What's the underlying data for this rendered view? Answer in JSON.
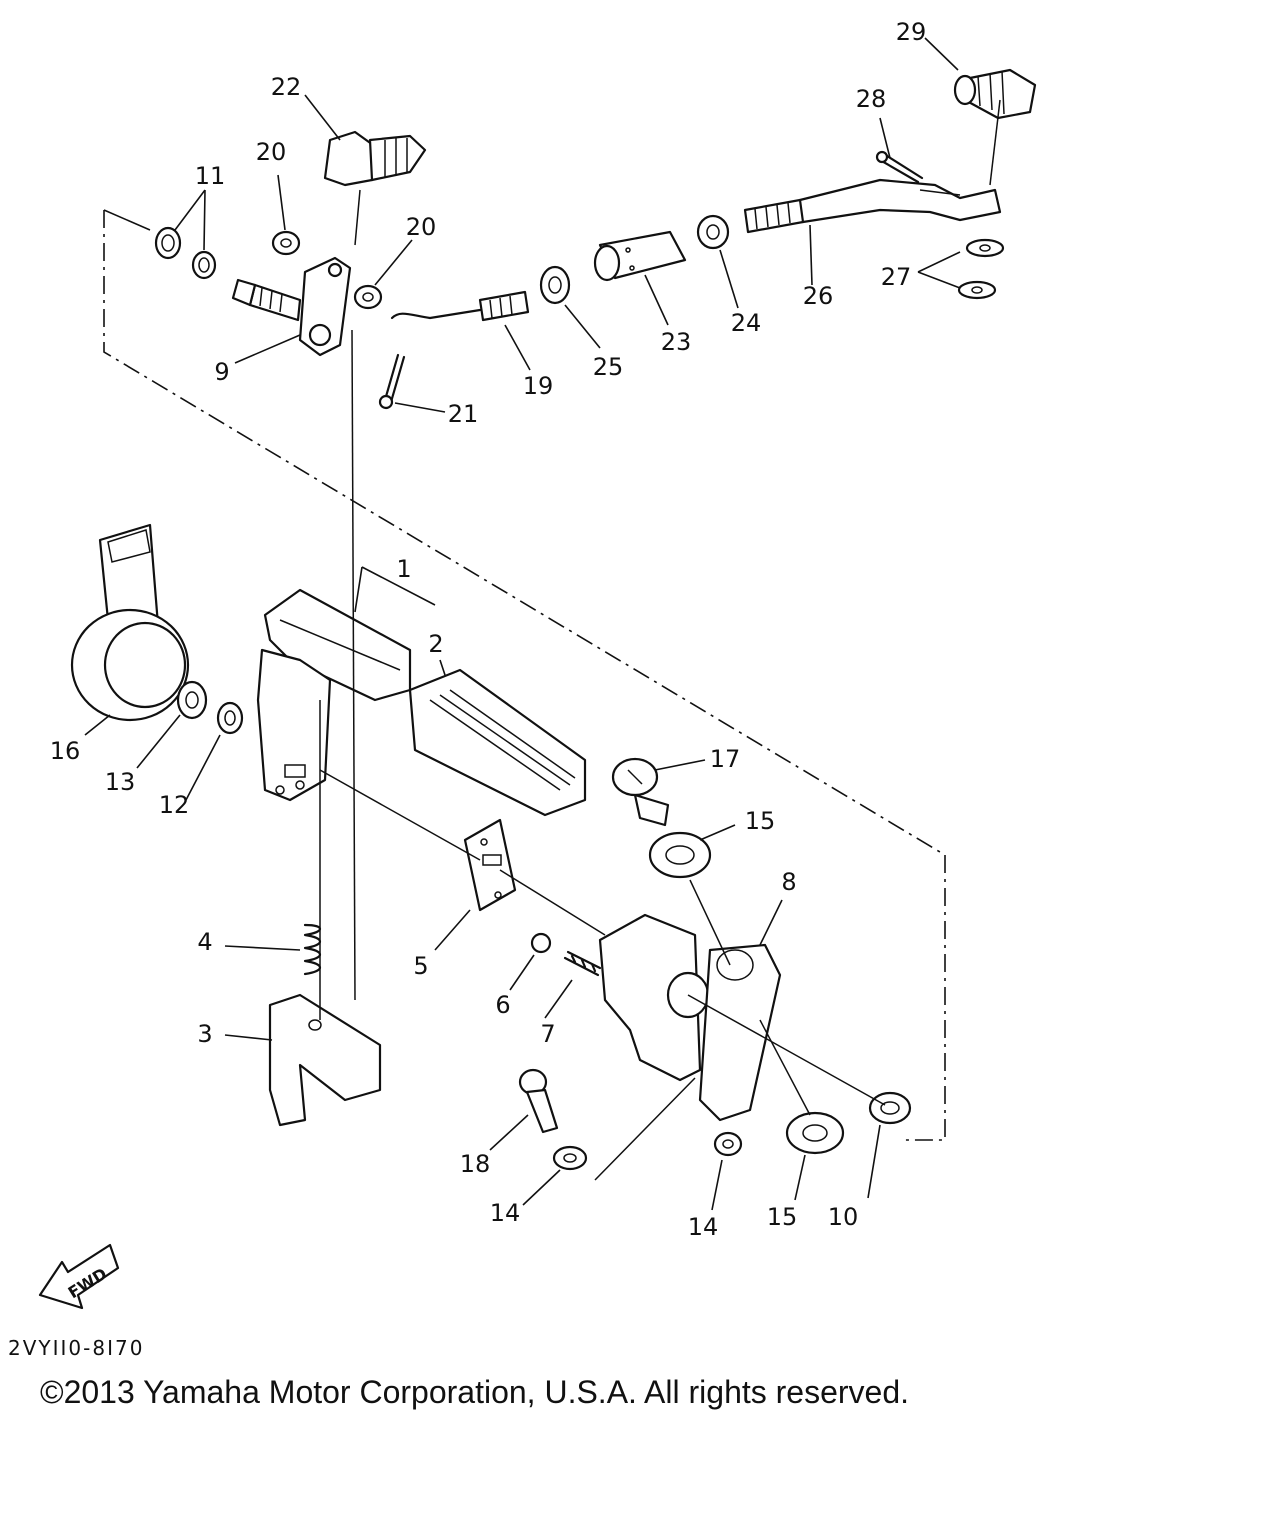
{
  "diagram": {
    "part_numbers": [
      "1",
      "2",
      "3",
      "4",
      "5",
      "6",
      "7",
      "8",
      "9",
      "10",
      "11",
      "12",
      "13",
      "14",
      "14",
      "15",
      "15",
      "16",
      "17",
      "18",
      "19",
      "20",
      "20",
      "21",
      "22",
      "23",
      "24",
      "25",
      "26",
      "27",
      "28",
      "29"
    ],
    "fwd_label": "FWD",
    "drawing_code": "2VYII0-8I70",
    "copyright": "©2013 Yamaha Motor Corporation, U.S.A. All rights reserved."
  }
}
